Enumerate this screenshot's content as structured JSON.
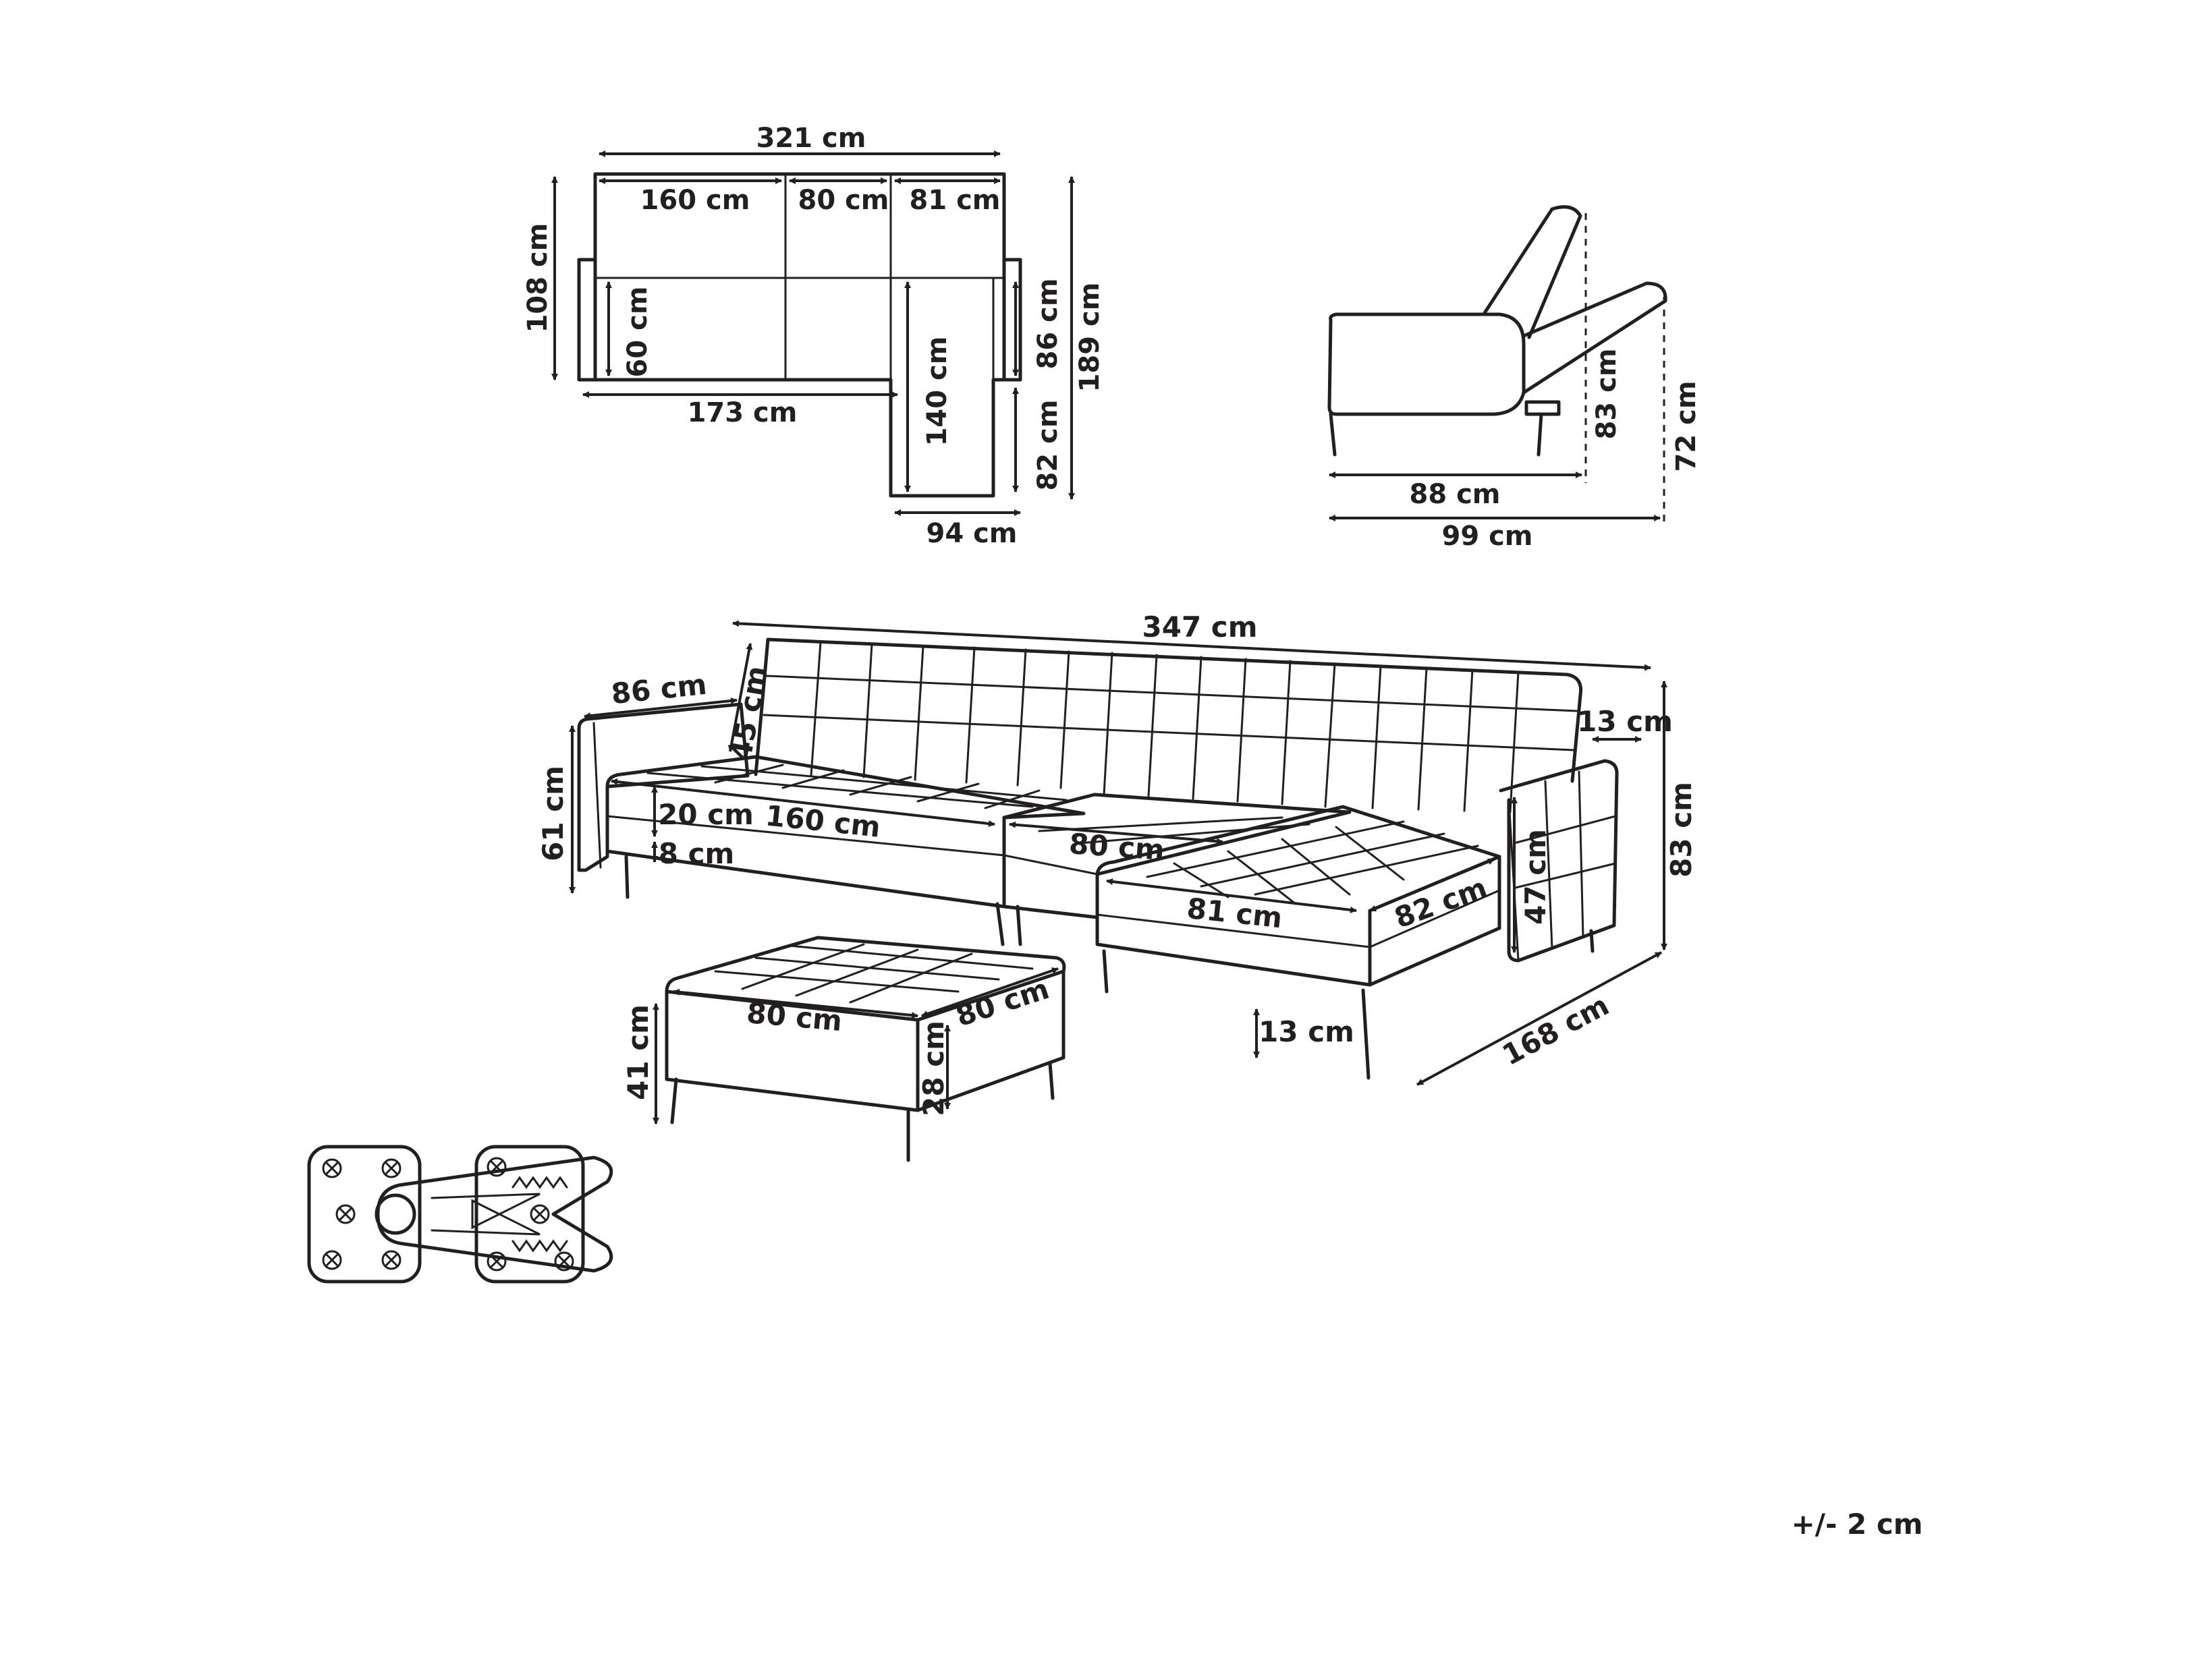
{
  "top_view": {
    "overall_width": "321 cm",
    "seat_left": "160 cm",
    "seat_middle": "80 cm",
    "seat_right": "81 cm",
    "sofa_depth": "108 cm",
    "seat_depth": "60 cm",
    "sofa_length": "173 cm",
    "chaise_length": "140 cm",
    "armrest_depth": "86 cm",
    "overall_depth": "189 cm",
    "chaise_front": "82 cm",
    "chaise_width": "94 cm"
  },
  "side_view": {
    "seat_depth": "88 cm",
    "bed_depth": "99 cm",
    "back_height": "83 cm",
    "bed_height": "72 cm"
  },
  "perspective_view": {
    "overall_length": "347 cm",
    "arm_length": "86 cm",
    "back_height": "45 cm",
    "arm_width": "13 cm",
    "arm_height": "61 cm",
    "cushion_height": "20 cm",
    "seat_width_left": "160 cm",
    "leg_height": "8 cm",
    "seat_width_middle": "80 cm",
    "chaise_width": "81 cm",
    "chaise_depth": "82 cm",
    "right_arm_height": "47 cm",
    "overall_height": "83 cm",
    "overall_depth": "168 cm",
    "chaise_leg_height": "13 cm"
  },
  "ottoman": {
    "width": "80 cm",
    "depth": "80 cm",
    "height": "41 cm",
    "cushion_height": "28 cm"
  },
  "tolerance": "+/- 2 cm",
  "icons": [
    "connector-bracket-icon"
  ]
}
